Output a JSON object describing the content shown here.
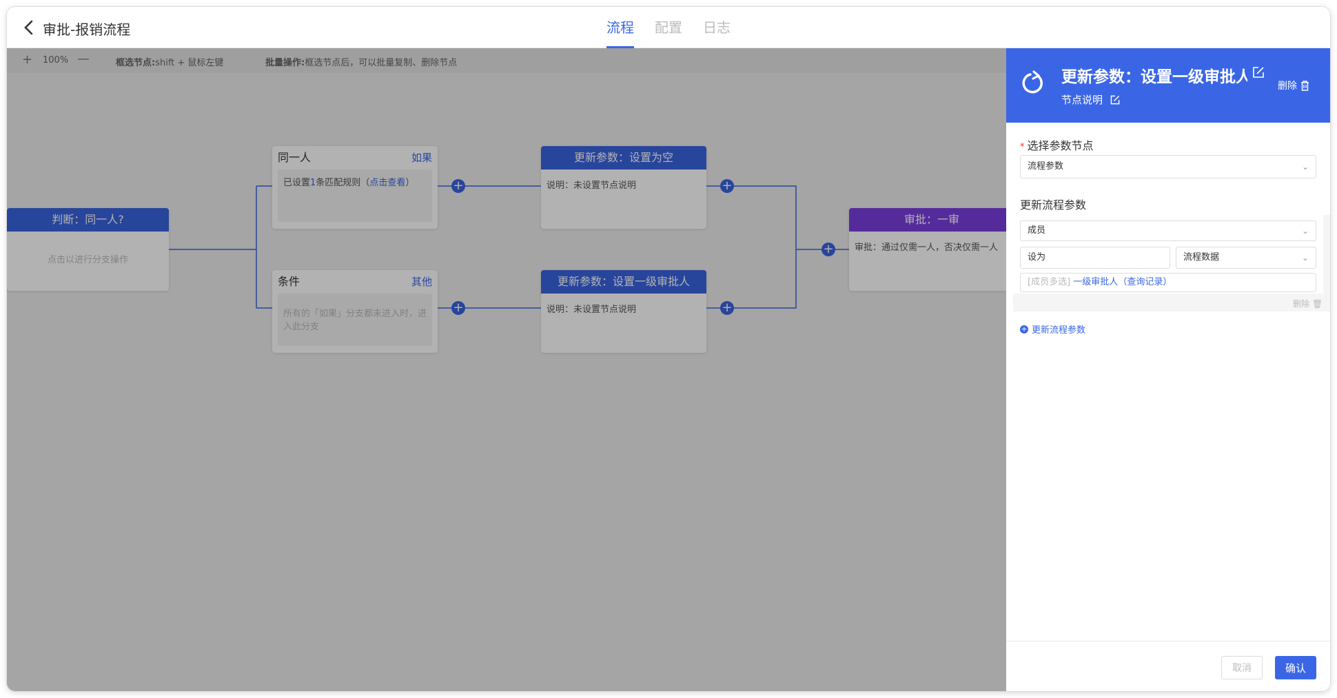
{
  "header": {
    "title": "审批-报销流程",
    "tabs": [
      {
        "label": "流程",
        "active": true
      },
      {
        "label": "配置",
        "active": false
      },
      {
        "label": "日志",
        "active": false
      }
    ]
  },
  "toolbar": {
    "zoom_plus": "+",
    "zoom_level": "100%",
    "zoom_minus": "—",
    "hint1_label": "框选节点:",
    "hint1_text": "shift + 鼠标左键",
    "hint2_label": "批量操作:",
    "hint2_text": "框选节点后，可以批量复制、删除节点"
  },
  "flow": {
    "judge_node": {
      "title": "判断：同一人?",
      "body": "点击以进行分支操作"
    },
    "branch1": {
      "title": "同一人",
      "tag": "如果",
      "body_prefix": "已设置",
      "body_count": "1",
      "body_suffix": "条匹配规则（",
      "body_link": "点击查看",
      "body_end": "）"
    },
    "branch2": {
      "title": "条件",
      "tag": "其他",
      "body": "所有的「如果」分支都未进入时，进入此分支"
    },
    "update1": {
      "title": "更新参数：设置为空",
      "body": "说明：未设置节点说明"
    },
    "update2": {
      "title": "更新参数：设置一级审批人",
      "body": "说明：未设置节点说明"
    },
    "approve": {
      "title": "审批：一审",
      "body": "审批：通过仅需一人，否决仅需一人"
    }
  },
  "panel": {
    "title": "更新参数：设置一级审批人",
    "delete_label": "删除",
    "sub_label": "节点说明",
    "field1_required": "*",
    "field1_label": "选择参数节点",
    "field1_value": "流程参数",
    "field2_label": "更新流程参数",
    "member_select": "成员",
    "set_as": "设为",
    "source_select": "流程数据",
    "value_prefix": "[成员多选]",
    "value_main": "一级审批人",
    "value_link": "（查询记录）",
    "group_delete": "删除",
    "add_param": "更新流程参数",
    "cancel": "取消",
    "confirm": "确认"
  },
  "colors": {
    "accent": "#3a66e6",
    "approve": "#7a3ee0"
  }
}
